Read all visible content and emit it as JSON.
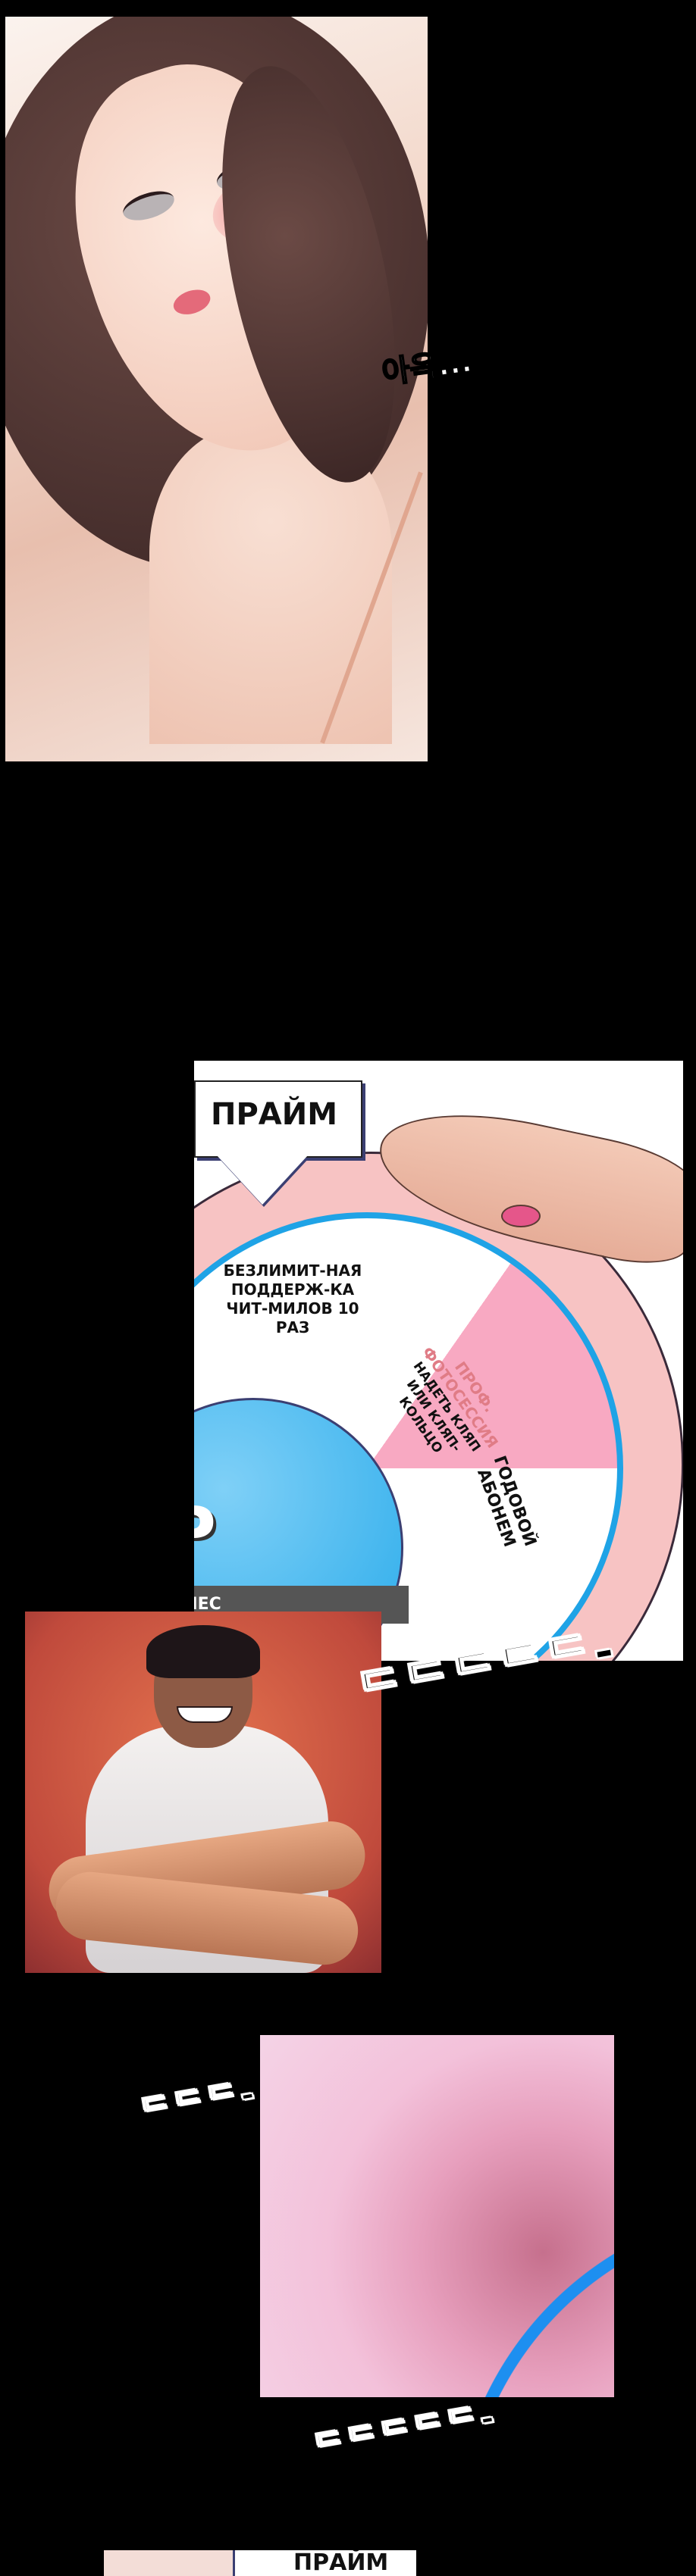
{
  "panels": {
    "panel1": {
      "sfx": "아윽..."
    },
    "panel2": {
      "pointer_label": "ПРАЙМ",
      "segments": [
        "БЕЗЛИМИТ-НАЯ ПОДДЕРЖ-КА ЧИТ-МИЛОВ 10 РАЗ",
        "ПРОФ. ФОТОСЕССИЯ",
        "НАДЕТЬ КЛЯП ИЛИ КЛЯП-КОЛЬЦО",
        "ГОДОВОЙ АБОНЕМ"
      ],
      "hub_logo": "P",
      "hub_label": "ЙМ ФИТНЕС"
    },
    "panel5": {
      "pointer_label": "ПРАЙМ"
    }
  },
  "sfx": {
    "spin_large": "ᄃᄃᄃᄃᄃ-",
    "spin_small": "ᄃᄃᄃ-",
    "spin_bottom": "ᄃᄃᄃᄃᄃ-"
  },
  "colors": {
    "wheel_blue": "#1fa3e6",
    "wheel_pink": "#f8a9c2",
    "rim_pink": "#f7c3c3",
    "background": "#000000"
  }
}
